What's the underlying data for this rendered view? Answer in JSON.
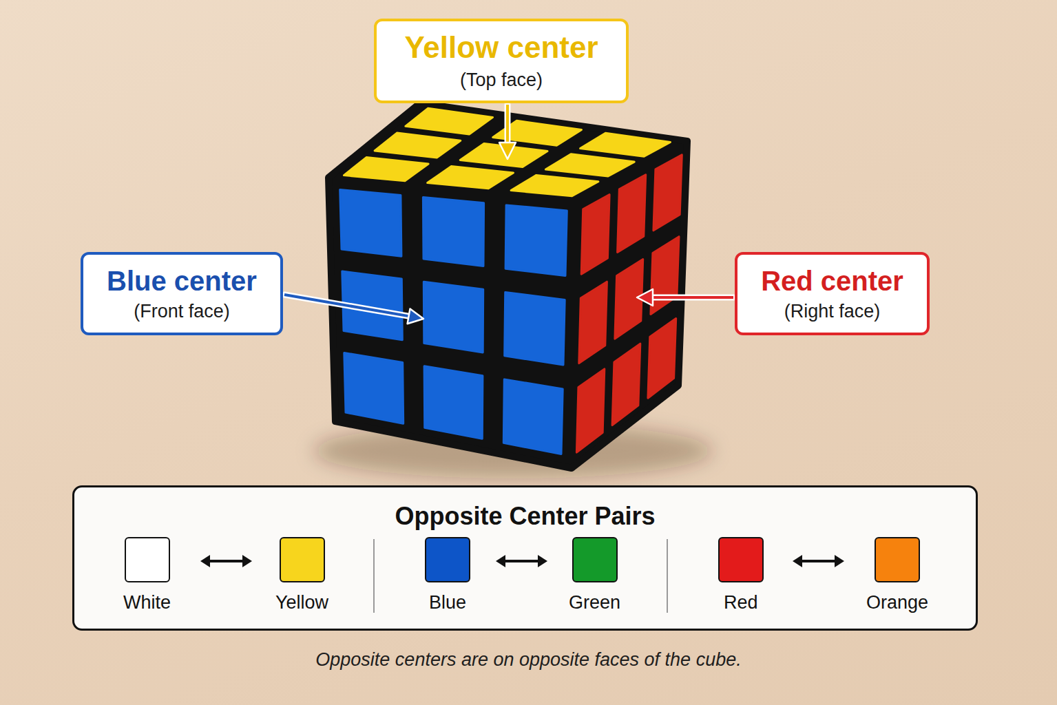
{
  "diagram": {
    "caption": "Opposite centers are on opposite faces of the cube.",
    "nodes": [
      {
        "text": [
          "Yellow center",
          "(Top face)"
        ]
      },
      {
        "text": [
          "Blue center",
          "(Front face)"
        ]
      },
      {
        "text": [
          "Red center",
          "(Right face)"
        ]
      },
      {
        "text": [
          "Opposite Center Pairs"
        ]
      }
    ],
    "legend": [
      {
        "text": "White",
        "color": "#ffffff"
      },
      {
        "text": "Yellow",
        "color": "#f7d51d"
      },
      {
        "text": "Blue",
        "color": "#0d55c8"
      },
      {
        "text": "Green",
        "color": "#149a2a"
      },
      {
        "text": "Red",
        "color": "#e31b1b"
      },
      {
        "text": "Orange",
        "color": "#f6820d"
      }
    ]
  }
}
